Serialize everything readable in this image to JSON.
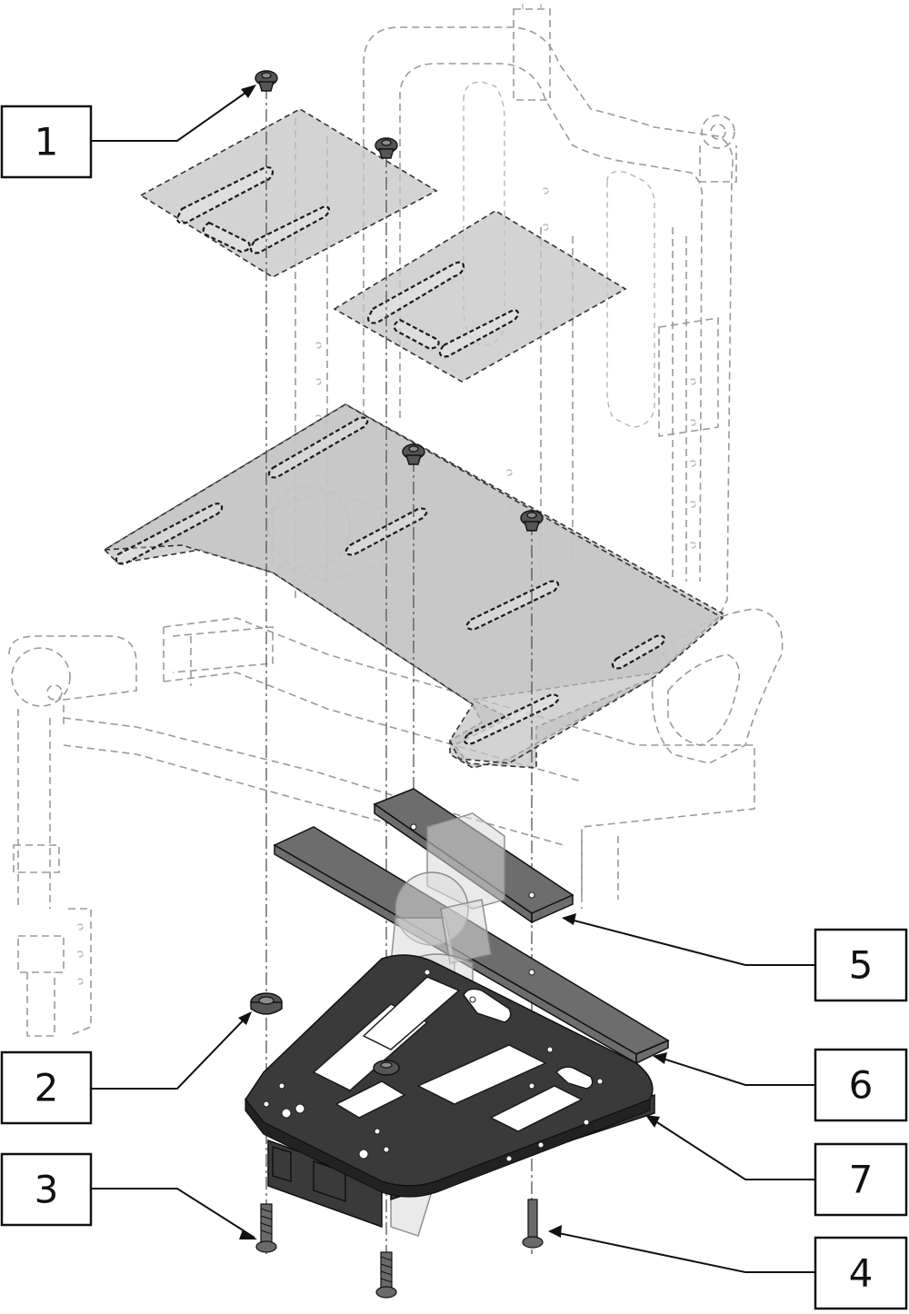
{
  "callouts": [
    {
      "label": "1"
    },
    {
      "label": "2"
    },
    {
      "label": "3"
    },
    {
      "label": "4"
    },
    {
      "label": "5"
    },
    {
      "label": "6"
    },
    {
      "label": "7"
    }
  ],
  "colors": {
    "plate": "#c4c4c4",
    "dark_part": "#3a3a3a",
    "strip": "#6d6d6d",
    "ghost_line": "#9a9a9a"
  }
}
